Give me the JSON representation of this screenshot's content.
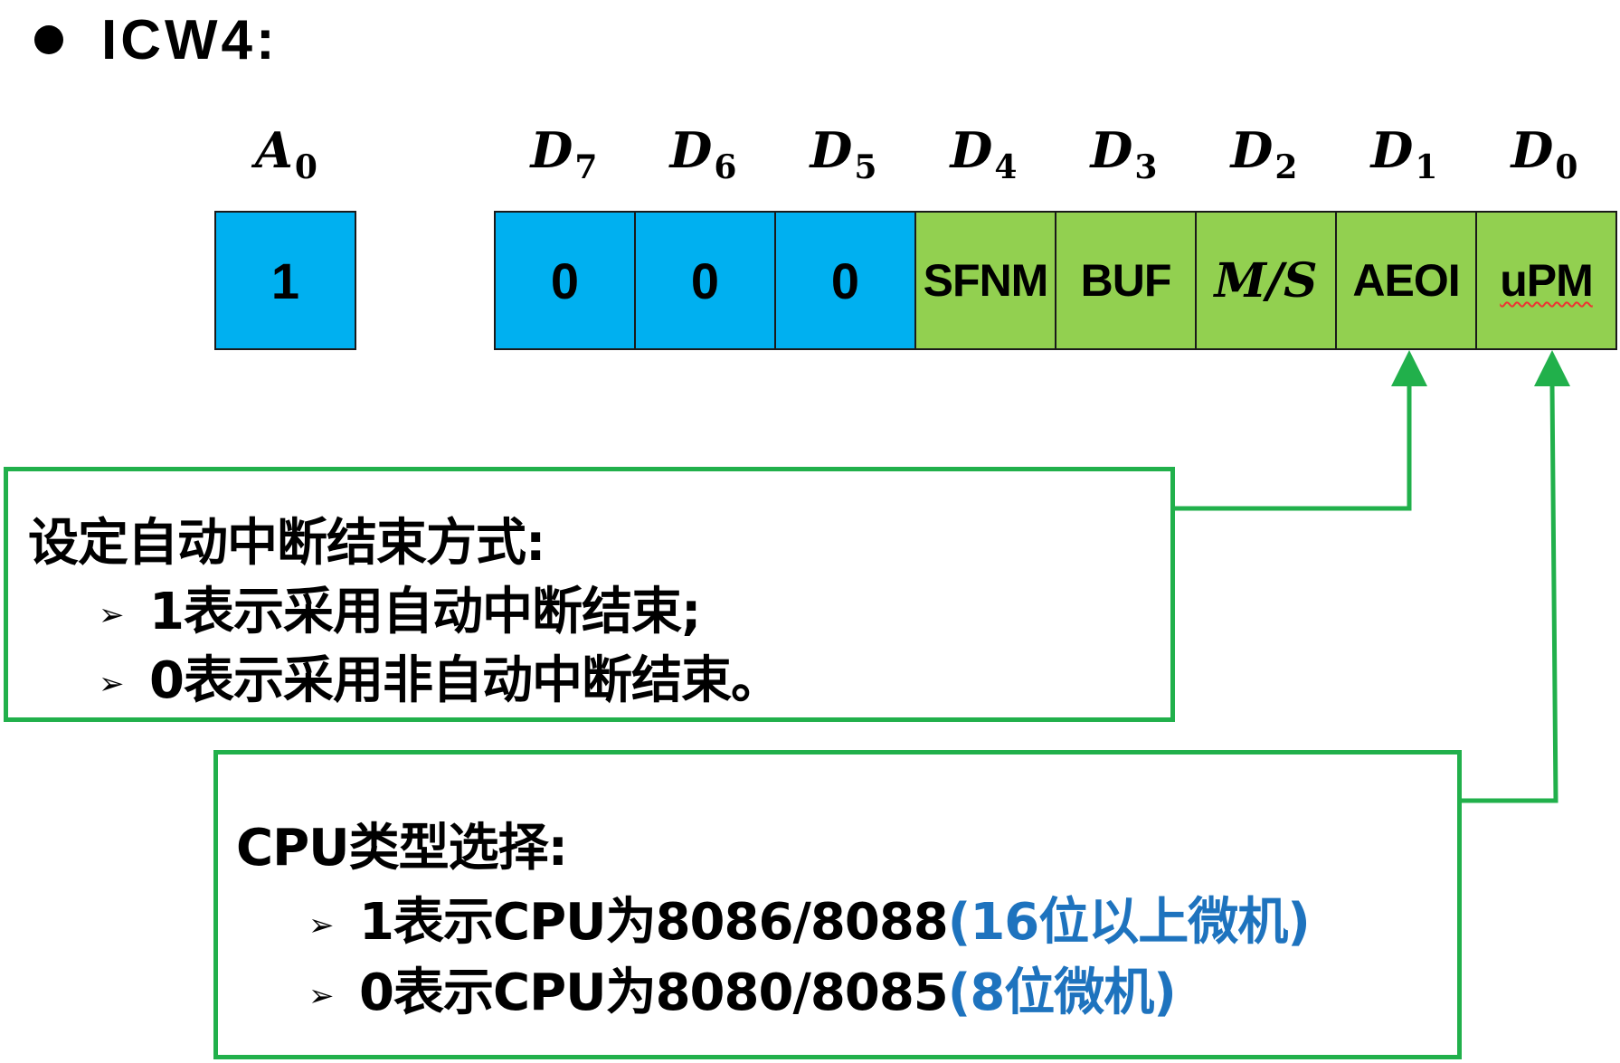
{
  "title": "ICW4:",
  "a0": {
    "label_main": "A",
    "label_sub": "0",
    "value": "1",
    "color": "#00b0f0"
  },
  "bits": [
    {
      "main": "D",
      "sub": "7",
      "value": "0",
      "color": "#00b0f0"
    },
    {
      "main": "D",
      "sub": "6",
      "value": "0",
      "color": "#00b0f0"
    },
    {
      "main": "D",
      "sub": "5",
      "value": "0",
      "color": "#00b0f0"
    },
    {
      "main": "D",
      "sub": "4",
      "value": "SFNM",
      "color": "#92d050"
    },
    {
      "main": "D",
      "sub": "3",
      "value": "BUF",
      "color": "#92d050"
    },
    {
      "main": "D",
      "sub": "2",
      "value": "M/S",
      "color": "#92d050"
    },
    {
      "main": "D",
      "sub": "1",
      "value": "AEOI",
      "color": "#92d050"
    },
    {
      "main": "D",
      "sub": "0",
      "value": "uPM",
      "color": "#92d050"
    }
  ],
  "aeoi_box": {
    "heading": "设定自动中断结束方式:",
    "items": [
      "1表示采用自动中断结束;",
      "0表示采用非自动中断结束。"
    ]
  },
  "upm_box": {
    "heading": "CPU类型选择:",
    "items": [
      {
        "text": "1表示CPU为8086/8088",
        "note": "(16位以上微机)"
      },
      {
        "text": "0表示CPU为8080/8085",
        "note": "(8位微机)"
      }
    ]
  },
  "bullet_symbol": "➢",
  "colors": {
    "frame": "#21b04b",
    "note": "#1e73be"
  }
}
